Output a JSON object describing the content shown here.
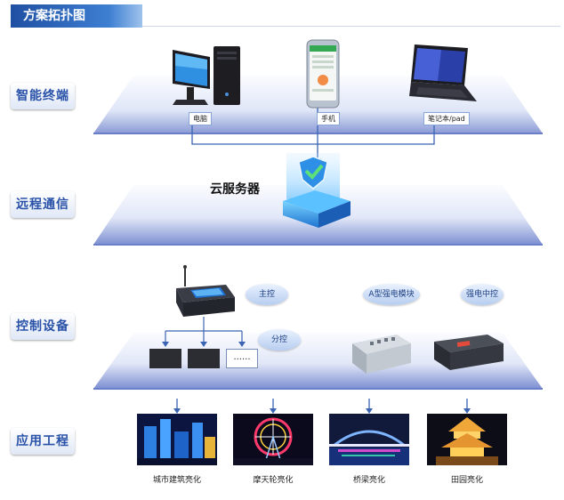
{
  "title": "方案拓扑图",
  "side_labels": [
    "智能终端",
    "远程通信",
    "控制设备",
    "应用工程"
  ],
  "terminals": {
    "pc_label": "电脑",
    "phone_label": "手机",
    "laptop_label": "笔记本/pad"
  },
  "cloud": {
    "label": "云服务器"
  },
  "control": {
    "main_label": "主控",
    "branch_label": "分控",
    "module_label": "A型强电模块",
    "center_label": "强电中控",
    "more_dots": "......"
  },
  "applications": [
    {
      "label": "城市建筑亮化"
    },
    {
      "label": "摩天轮亮化"
    },
    {
      "label": "桥梁亮化"
    },
    {
      "label": "田园亮化"
    }
  ],
  "colors": {
    "accent": "#2a52a8",
    "title_bg": "#1f4fa3",
    "platform_top": "#f4f7fd",
    "platform_edge": "#6a7fc9",
    "connector": "#3b64b3"
  }
}
